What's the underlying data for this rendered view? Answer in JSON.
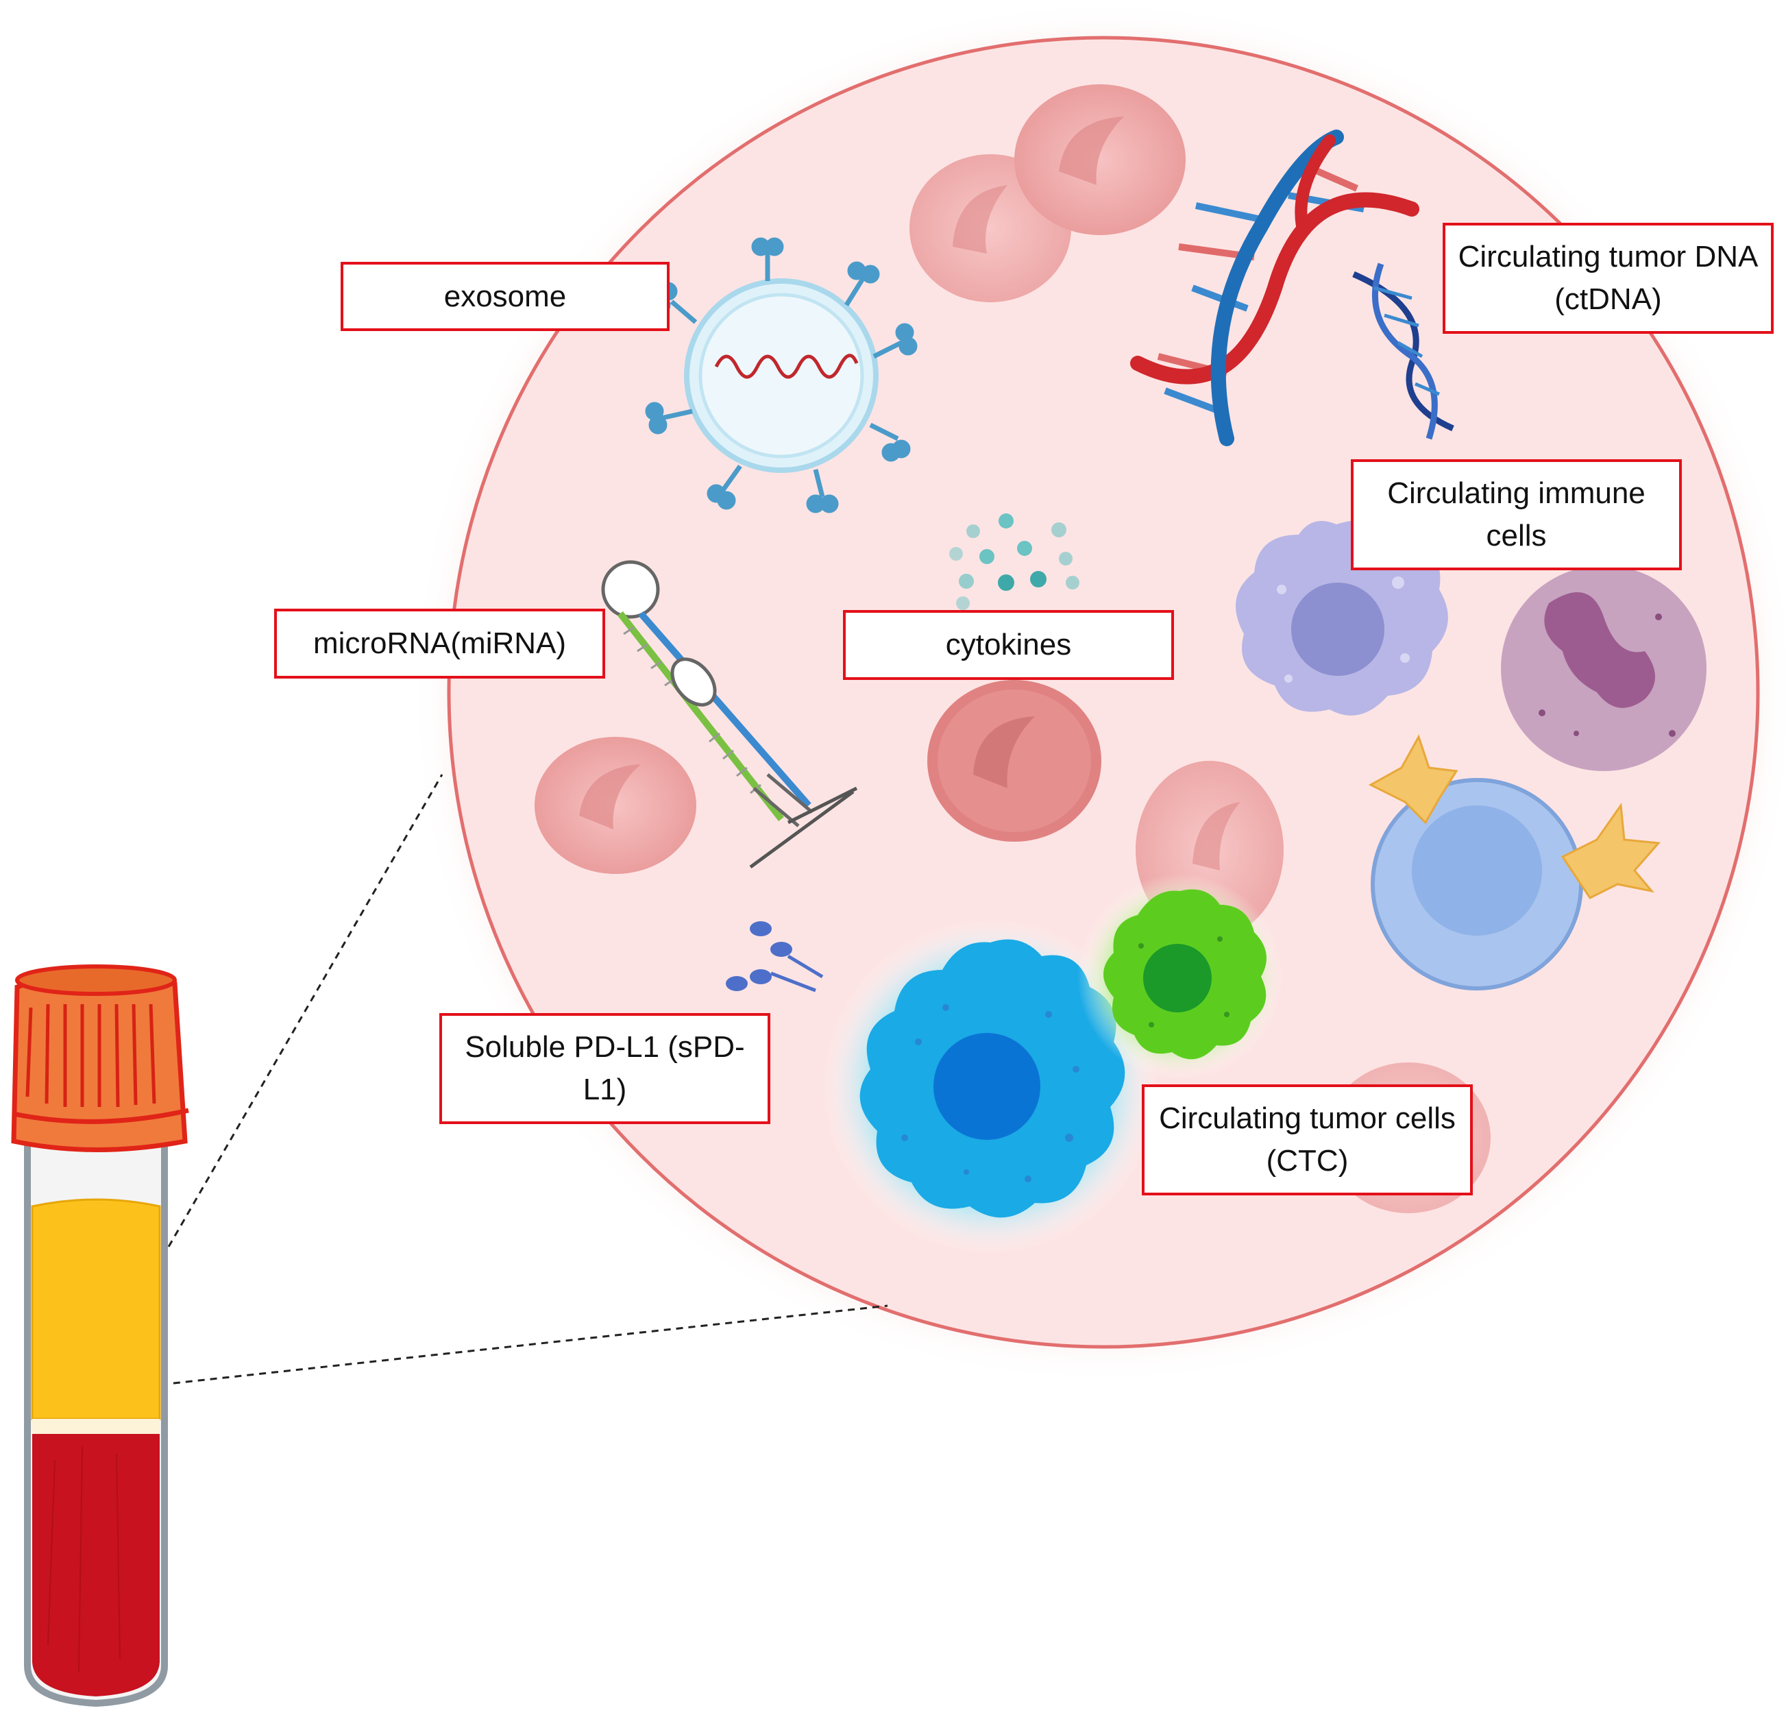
{
  "labels": {
    "exosome": "exosome",
    "ctdna": "Circulating tumor DNA (ctDNA)",
    "immune": "Circulating immune cells",
    "mirna": "microRNA(miRNA)",
    "cytokines": "cytokines",
    "spdl1": "Soluble PD-L1 (sPD-L1)",
    "ctc": "Circulating tumor cells (CTC)"
  },
  "colors": {
    "label_border": "#e3101a",
    "plasma_circle": "#fde3e3",
    "circle_edge": "#e26e6e",
    "red_blood_cell": "#ec9c9c",
    "tube_cap": "#f07a3c",
    "plasma_layer": "#fcc21b",
    "blood_layer": "#c8121f",
    "tumor_cell_blue": "#1aaae6",
    "tumor_cell_green": "#5ccd1f"
  }
}
